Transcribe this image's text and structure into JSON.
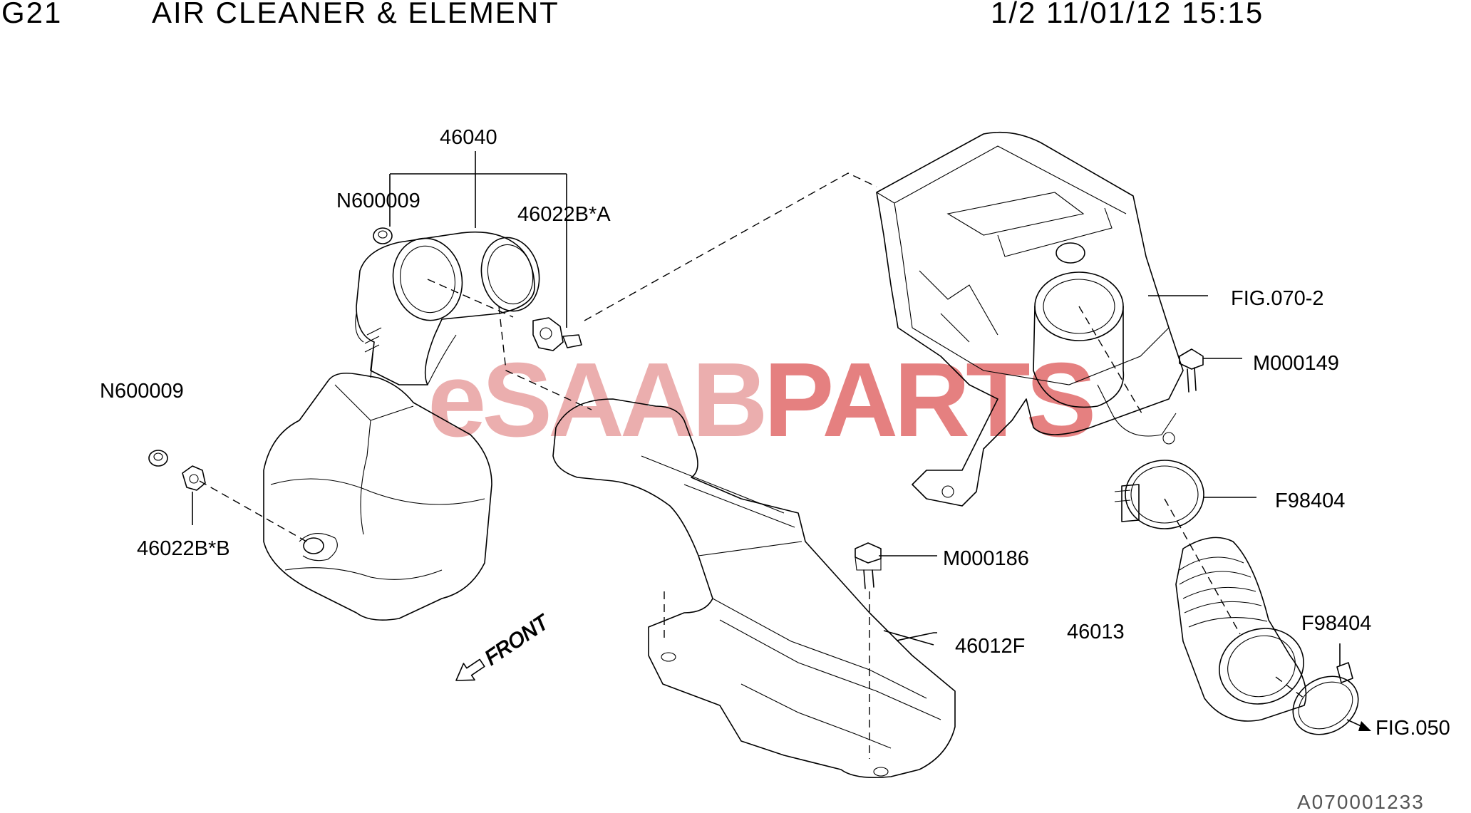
{
  "header": {
    "code": "G21",
    "title": "AIR CLEANER & ELEMENT",
    "page_info": "1/2 11/01/12 15:15"
  },
  "watermark": {
    "prefix": "eSAAB",
    "suffix": "PARTS",
    "prefix_color": "#e8a0a0",
    "suffix_color": "#e06a6a"
  },
  "labels": {
    "p46040": "46040",
    "n600009_top": "N600009",
    "p46022b_a": "46022B*A",
    "n600009_left": "N600009",
    "p46022b_b": "46022B*B",
    "fig070_2": "FIG.070-2",
    "m000149": "M000149",
    "f98404_top": "F98404",
    "m000186": "M000186",
    "p46013": "46013",
    "f98404_bottom": "F98404",
    "p46012f": "46012F",
    "fig050": "FIG.050",
    "front": "FRONT"
  },
  "reference_code": "A070001233"
}
